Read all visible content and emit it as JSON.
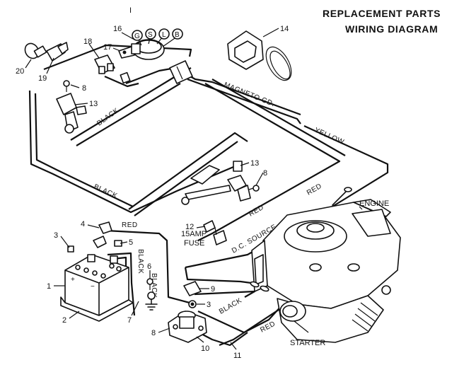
{
  "title": {
    "line1": "REPLACEMENT PARTS",
    "line2": "WIRING DIAGRAM"
  },
  "top_mark": "I",
  "wire_labels": {
    "magneto": "MAGNETO GD.",
    "yellow": "YELLOW",
    "black_upper": "BLACK",
    "black_left": "BLACK",
    "red_mid": "RED",
    "red_right": "RED",
    "red_battery": "RED",
    "dc_source": "D.C. SOURCE",
    "black_vertical": "BLACK",
    "black_lower_a": "BLACK",
    "black_lower_b": "BLACK",
    "red_bottom": "RED"
  },
  "component_labels": {
    "engine": "ENGINE",
    "starter": "STARTER",
    "fuse_line1": "15AMP",
    "fuse_line2": "FUSE"
  },
  "switch_terminals": [
    "G",
    "S",
    "L",
    "B"
  ],
  "part_numbers": {
    "p20": "20",
    "p19": "19",
    "p18": "18",
    "p17": "17",
    "p16": "16",
    "p14": "14",
    "p8a": "8",
    "p13a": "13",
    "p13b": "13",
    "p8b": "8",
    "p12": "12",
    "p4": "4",
    "p3a": "3",
    "p5": "5",
    "p1": "1",
    "p2": "2",
    "p6": "6",
    "p7": "7",
    "p9": "9",
    "p3b": "3",
    "p8c": "8",
    "p10": "10",
    "p11": "11"
  }
}
